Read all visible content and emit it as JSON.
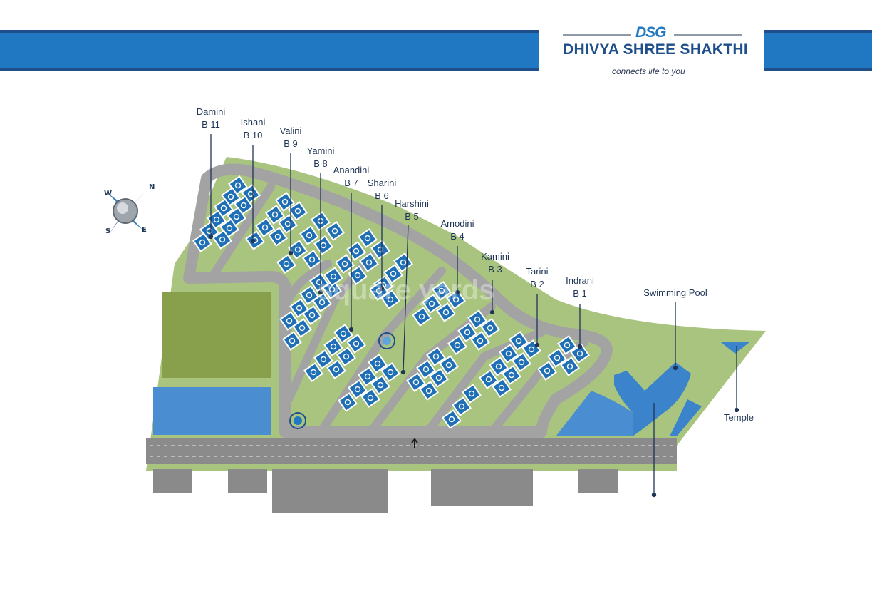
{
  "brand": {
    "logo_mark": "DSG",
    "name": "DHIVYA SHREE SHAKTHI",
    "tagline": "connects life to you",
    "colors": {
      "primary_blue": "#1f78c1",
      "dark_blue": "#1f4f8a",
      "lawn_green": "#a9c47f",
      "road_gray": "#9a9a9a"
    }
  },
  "compass": {
    "n": "N",
    "s": "S",
    "e": "E",
    "w": "W"
  },
  "blocks": [
    {
      "name": "Damini",
      "block": "B 11"
    },
    {
      "name": "Ishani",
      "block": "B 10"
    },
    {
      "name": "Valini",
      "block": "B 9"
    },
    {
      "name": "Yamini",
      "block": "B 8"
    },
    {
      "name": "Anandini",
      "block": "B 7"
    },
    {
      "name": "Sharini",
      "block": "B 6"
    },
    {
      "name": "Harshini",
      "block": "B 5"
    },
    {
      "name": "Amodini",
      "block": "B 4"
    },
    {
      "name": "Kamini",
      "block": "B 3"
    },
    {
      "name": "Tarini",
      "block": "B 2"
    },
    {
      "name": "Indrani",
      "block": "B 1"
    }
  ],
  "amenities": {
    "swimming_pool": "Swimming Pool",
    "temple": "Temple"
  },
  "watermark": "square yards"
}
